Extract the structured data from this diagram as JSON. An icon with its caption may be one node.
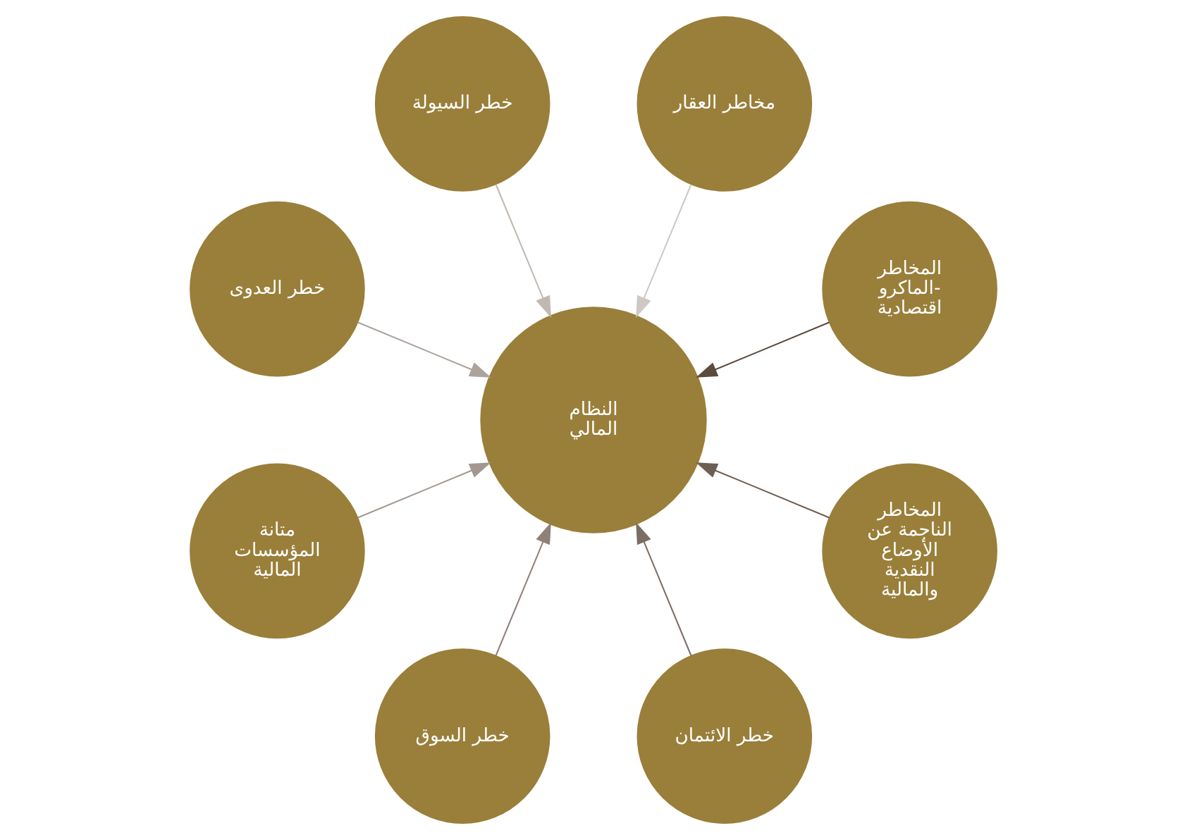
{
  "diagram": {
    "nodes": [
      {
        "text": [
          "النظام المالي"
        ]
      },
      {
        "text": [
          "المخاطر الماكرو- اقتصادية"
        ]
      },
      {
        "text": [
          "مخاطر العقار"
        ]
      },
      {
        "text": [
          "خطر السيولة"
        ]
      },
      {
        "text": [
          "خطر العدوى"
        ]
      },
      {
        "text": [
          "متانة المؤسسات المالية"
        ]
      },
      {
        "text": [
          "خطر السوق"
        ]
      },
      {
        "text": [
          "خطر الائتمان"
        ]
      },
      {
        "text": [
          "المخاطر الناجمة عن الأوضاع النقدية والمالية"
        ]
      }
    ],
    "edges": [
      {
        "from": 1,
        "to": 0,
        "arrow": "to",
        "color": "#5c4a3e"
      },
      {
        "from": 2,
        "to": 0,
        "arrow": "to",
        "color": "#cdc8c3"
      },
      {
        "from": 3,
        "to": 0,
        "arrow": "to",
        "color": "#c0b8b2"
      },
      {
        "from": 4,
        "to": 0,
        "arrow": "to",
        "color": "#aca39d"
      },
      {
        "from": 5,
        "to": 0,
        "arrow": "to",
        "color": "#a39891"
      },
      {
        "from": 6,
        "to": 0,
        "arrow": "to",
        "color": "#8f8178"
      },
      {
        "from": 7,
        "to": 0,
        "arrow": "to",
        "color": "#7c6d64"
      },
      {
        "from": 8,
        "to": 0,
        "arrow": "to",
        "color": "#6f5e52"
      }
    ]
  }
}
